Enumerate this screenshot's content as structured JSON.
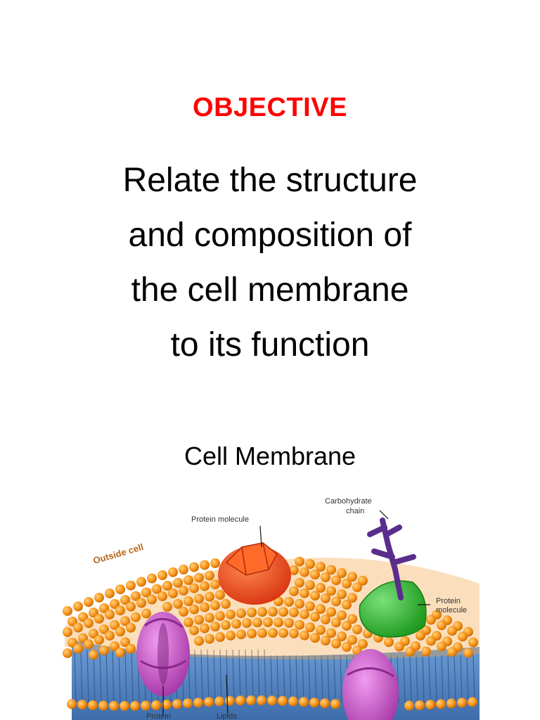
{
  "slide": {
    "heading": "OBJECTIVE",
    "objective_lines": [
      "Relate the structure",
      "and composition of",
      "the cell membrane",
      "to its function"
    ],
    "subtitle": "Cell Membrane"
  },
  "diagram": {
    "labels": {
      "protein_molecule_top": "Protein molecule",
      "carbohydrate_chain_line1": "Carbohydrate",
      "carbohydrate_chain_line2": "chain",
      "outside_cell": "Outside cell",
      "protein_molecule_right_line1": "Protein",
      "protein_molecule_right_line2": "molecule",
      "protein_bottom": "Protein",
      "lipids_bottom": "Lipids"
    },
    "colors": {
      "heading": "#ff0000",
      "lipid_head": "#f7941d",
      "lipid_tail": "#4a7fc1",
      "protein_red": "#e8401c",
      "protein_purple": "#c04fc0",
      "protein_green": "#2fb52f",
      "carbohydrate": "#5a2d8c"
    }
  }
}
